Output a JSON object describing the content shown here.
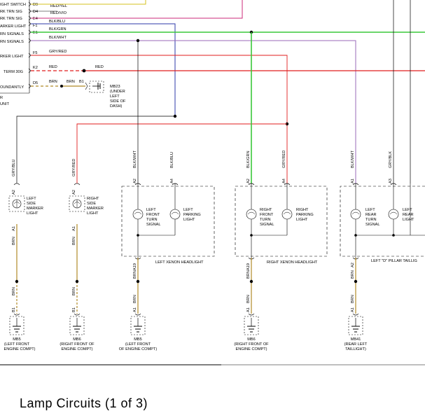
{
  "left_panel": {
    "rows": [
      {
        "label": "IGHT SWITCH",
        "pin": "D9",
        "wire": "RED/YEL"
      },
      {
        "label": "RK TRN SIG",
        "pin": "D4",
        "wire": "RED/VIO"
      },
      {
        "label": "RK TRN SIG",
        "pin": "E4",
        "wire": "BLK/BLU"
      },
      {
        "label": "ARKER LIGHT",
        "pin": "F1",
        "wire": "BLK/GRN"
      },
      {
        "label": "RN SIGNALS",
        "pin": "E1",
        "wire": "BLK/WHT"
      },
      {
        "label": "RN SIGNALS",
        "pin": "F5",
        "wire": "GRY/RED"
      },
      {
        "label": "RKER LIGHT",
        "pin": "K2",
        "wire": "RED"
      },
      {
        "label": "TERM 30G",
        "pin": "D5",
        "wire": "BRN"
      },
      {
        "label": "OUNDANTLY",
        "pin": "",
        "wire": ""
      }
    ],
    "red_right_label": "RED",
    "brn_b1_label": "BRN",
    "pin_b1": "B1",
    "fragment_1": "R",
    "fragment_2": "UNIT"
  },
  "mb23": {
    "name": "MB23",
    "line1": "(UNDER",
    "line2": "LEFT",
    "line3": "SIDE OF",
    "line4": "DASH)"
  },
  "vertical_wires": {
    "w1": "GRY/BLU",
    "w2": "GRY/RED",
    "w3": "BLK/WHT",
    "w4": "BLK/BLU",
    "w5": "BLK/GRN",
    "w6": "GRY/RED",
    "w7": "BLK/WHT",
    "w8": "GRY/BLK"
  },
  "pins": {
    "a1": "A1",
    "a2": "A2",
    "a3": "A3",
    "a4": "A4",
    "a19": "A19",
    "b1": "B1"
  },
  "components": {
    "left_side_marker": {
      "l1": "LEFT",
      "l2": "SIDE",
      "l3": "MARKER",
      "l4": "LIGHT"
    },
    "right_side_marker": {
      "l1": "RIGHT",
      "l2": "SIDE",
      "l3": "MARKER",
      "l4": "LIGHT"
    },
    "lf_turn": {
      "l1": "LEFT",
      "l2": "FRONT",
      "l3": "TURN",
      "l4": "SIGNAL"
    },
    "lf_park": {
      "l1": "LEFT",
      "l2": "PARKING",
      "l3": "LIGHT"
    },
    "left_headlight_title": "LEFT XENON HEADLIGHT",
    "rf_turn": {
      "l1": "RIGHT",
      "l2": "FRONT",
      "l3": "TURN",
      "l4": "SIGNAL"
    },
    "rf_park": {
      "l1": "RIGHT",
      "l2": "PARKING",
      "l3": "LIGHT"
    },
    "right_headlight_title": "RIGHT XENON HEADLIGHT",
    "lr_turn": {
      "l1": "LEFT",
      "l2": "REAR",
      "l3": "TURN",
      "l4": "SIGNAL"
    },
    "lr_light": {
      "l1": "LEFT",
      "l2": "REAR",
      "l3": "LIGHT"
    },
    "pillar_title": "LEFT \"D\" PILLAR TAILLIG"
  },
  "brn": "BRN",
  "grounds": [
    {
      "name": "MB5",
      "l1": "(LEFT FRONT",
      "l2": "ENGINE COMPT)"
    },
    {
      "name": "MB6",
      "l1": "(RIGHT FRONT OF",
      "l2": "ENGINE COMPT)"
    },
    {
      "name": "MB5",
      "l1": "(LEFT FRONT",
      "l2": "OF ENGINE COMPT)"
    },
    {
      "name": "MB6",
      "l1": "(RIGHT FRONT OF",
      "l2": "ENGINE COMPT)"
    },
    {
      "name": "MB41",
      "l1": "(REAR LEFT",
      "l2": "TAILLIGHT)"
    }
  ],
  "caption": "Lamp Circuits (1 of 3)",
  "colors": {
    "yellow": "#d6c21e",
    "magenta": "#cc2a7a",
    "blue": "#2e3aa8",
    "green": "#3ac83a",
    "gray": "#8a8a8a",
    "violet": "#9a6ab8",
    "red": "#e01e1e",
    "brown": "#b08a28",
    "black": "#000000"
  }
}
